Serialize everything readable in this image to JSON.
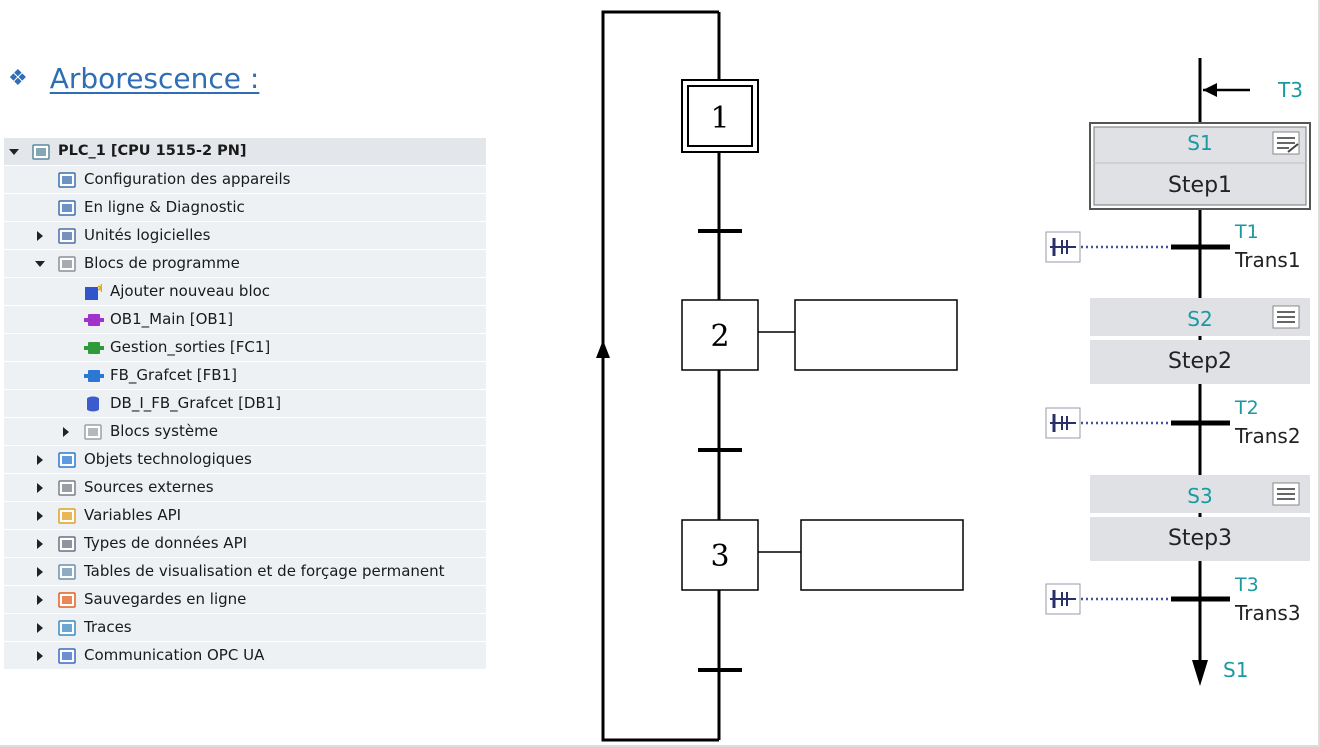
{
  "heading": {
    "bullet": "❖",
    "title": "Arborescence :"
  },
  "tree": [
    {
      "label": "PLC_1 [CPU 1515-2 PN]",
      "level": 0,
      "arrow": "down",
      "icon": "plc-icon"
    },
    {
      "label": "Configuration des appareils",
      "level": 1,
      "arrow": "",
      "icon": "device-config-icon"
    },
    {
      "label": "En ligne & Diagnostic",
      "level": 1,
      "arrow": "",
      "icon": "diagnostic-icon"
    },
    {
      "label": "Unités logicielles",
      "level": 1,
      "arrow": "right",
      "icon": "software-units-icon"
    },
    {
      "label": "Blocs de programme",
      "level": 1,
      "arrow": "down",
      "icon": "folder-icon"
    },
    {
      "label": "Ajouter nouveau bloc",
      "level": 2,
      "arrow": "",
      "icon": "add-block-icon"
    },
    {
      "label": "OB1_Main [OB1]",
      "level": 2,
      "arrow": "",
      "icon": "ob-block-icon"
    },
    {
      "label": "Gestion_sorties [FC1]",
      "level": 2,
      "arrow": "",
      "icon": "fc-block-icon"
    },
    {
      "label": "FB_Grafcet [FB1]",
      "level": 2,
      "arrow": "",
      "icon": "fb-block-icon"
    },
    {
      "label": "DB_I_FB_Grafcet [DB1]",
      "level": 2,
      "arrow": "",
      "icon": "db-block-icon"
    },
    {
      "label": "Blocs système",
      "level": 2,
      "arrow": "right",
      "icon": "system-blocks-icon"
    },
    {
      "label": "Objets technologiques",
      "level": 1,
      "arrow": "right",
      "icon": "tech-objects-icon"
    },
    {
      "label": "Sources externes",
      "level": 1,
      "arrow": "right",
      "icon": "external-sources-icon"
    },
    {
      "label": "Variables API",
      "level": 1,
      "arrow": "right",
      "icon": "plc-tags-icon"
    },
    {
      "label": "Types de données API",
      "level": 1,
      "arrow": "right",
      "icon": "data-types-icon"
    },
    {
      "label": "Tables de visualisation et de forçage permanent",
      "level": 1,
      "arrow": "right",
      "icon": "watch-tables-icon"
    },
    {
      "label": "Sauvegardes en ligne",
      "level": 1,
      "arrow": "right",
      "icon": "online-backups-icon"
    },
    {
      "label": "Traces",
      "level": 1,
      "arrow": "right",
      "icon": "traces-icon"
    },
    {
      "label": "Communication OPC UA",
      "level": 1,
      "arrow": "right",
      "icon": "opc-ua-icon"
    }
  ],
  "grafcet": {
    "steps": [
      "1",
      "2",
      "3"
    ]
  },
  "tia": {
    "entry_label": "T3",
    "steps": [
      {
        "number": "S1",
        "name": "Step1",
        "initial": true
      },
      {
        "number": "S2",
        "name": "Step2",
        "initial": false
      },
      {
        "number": "S3",
        "name": "Step3",
        "initial": false
      }
    ],
    "transitions": [
      {
        "number": "T1",
        "name": "Trans1"
      },
      {
        "number": "T2",
        "name": "Trans2"
      },
      {
        "number": "T3",
        "name": "Trans3"
      }
    ],
    "jump_label": "S1",
    "colors": {
      "teal": "#1a9aa0",
      "step_bg": "#dfe1e5",
      "link": "#4a4f9a"
    }
  }
}
